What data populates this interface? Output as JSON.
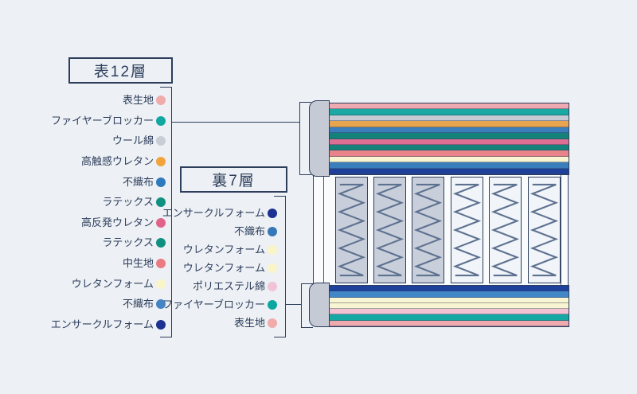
{
  "page": {
    "background": "#edf0f4",
    "outline_color": "#2d3e5c"
  },
  "front_panel": {
    "title": "表12層",
    "layers": [
      {
        "label": "表生地",
        "color": "#f0abab"
      },
      {
        "label": "ファイヤーブロッカー",
        "color": "#12a7a0"
      },
      {
        "label": "ウール綿",
        "color": "#c8cdd6"
      },
      {
        "label": "高触感ウレタン",
        "color": "#f2a43c"
      },
      {
        "label": "不織布",
        "color": "#2f79bd"
      },
      {
        "label": "ラテックス",
        "color": "#0f9180"
      },
      {
        "label": "高反発ウレタン",
        "color": "#e26389"
      },
      {
        "label": "ラテックス",
        "color": "#0f9180"
      },
      {
        "label": "中生地",
        "color": "#ea7b80"
      },
      {
        "label": "ウレタンフォーム",
        "color": "#faf5c9"
      },
      {
        "label": "不織布",
        "color": "#4484c4"
      },
      {
        "label": "エンサークルフォーム",
        "color": "#1c3191"
      }
    ]
  },
  "back_panel": {
    "title": "裏7層",
    "layers": [
      {
        "label": "エンサークルフォーム",
        "color": "#1c3191"
      },
      {
        "label": "不織布",
        "color": "#3578b8"
      },
      {
        "label": "ウレタンフォーム",
        "color": "#faf5c9"
      },
      {
        "label": "ウレタンフォーム",
        "color": "#faf5c9"
      },
      {
        "label": "ポリエステル綿",
        "color": "#f1c3d7"
      },
      {
        "label": "ファイヤーブロッカー",
        "color": "#0ca7a0"
      },
      {
        "label": "表生地",
        "color": "#f1abab"
      }
    ]
  },
  "mattress": {
    "top_stripe_colors": [
      "#efaab1",
      "#1ba9a3",
      "#c5cad3",
      "#e9a44f",
      "#3a7fbb",
      "#15827a",
      "#dd6f95",
      "#15827a",
      "#e8838a",
      "#f9f4d1",
      "#3a7fbb",
      "#1e3f9a"
    ],
    "bottom_stripe_colors": [
      "#1e419c",
      "#4288c6",
      "#f9f4d1",
      "#f9f4d1",
      "#f3c3d3",
      "#16a8a2",
      "#f0a9ad"
    ],
    "spring_column_fills": [
      "#c9cfda",
      "#c9cfda",
      "#c9cfda",
      "#f1f4f8",
      "#f1f4f8",
      "#f1f4f8"
    ],
    "spring_stroke": "#5d7190",
    "cap_fill": "#c5cad5"
  }
}
